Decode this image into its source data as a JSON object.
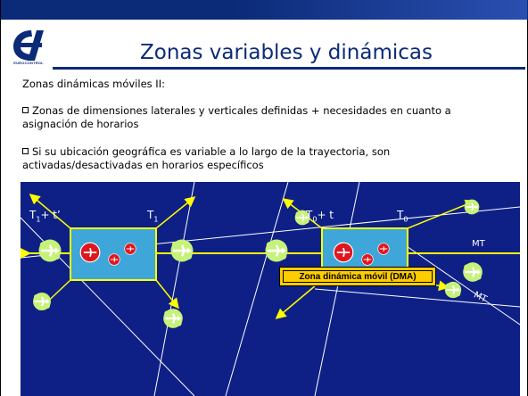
{
  "slide": {
    "title": "Zonas variables y dinámicas",
    "logo_text": "EUROCONTROL",
    "subtitle": "Zonas dinámicas móviles II:",
    "bullets": [
      "Zonas de dimensiones laterales y verticales definidas + necesidades en cuanto a asignación de horarios",
      "Si su ubicación geográfica es variable a lo largo de la trayectoria, son activadas/desactivadas en horarios específicos"
    ]
  },
  "diagram": {
    "labels": {
      "t1_plus": {
        "base": "T",
        "sub": "1",
        "tail": "+ t’"
      },
      "t1": {
        "base": "T",
        "sub": "1"
      },
      "t0_plus": {
        "base": "T",
        "sub": "0",
        "tail": "+ t"
      },
      "t0": {
        "base": "T",
        "sub": "0"
      },
      "mt_upper": "MT",
      "mt_lower": "MT"
    },
    "legend": "Zona dinámica móvil (DMA)",
    "colors": {
      "background": "#0e2086",
      "zone": "#3ea6d8",
      "track": "#ffff00",
      "aircraft": "#c7f27a",
      "hazard": "#e0161e"
    }
  }
}
